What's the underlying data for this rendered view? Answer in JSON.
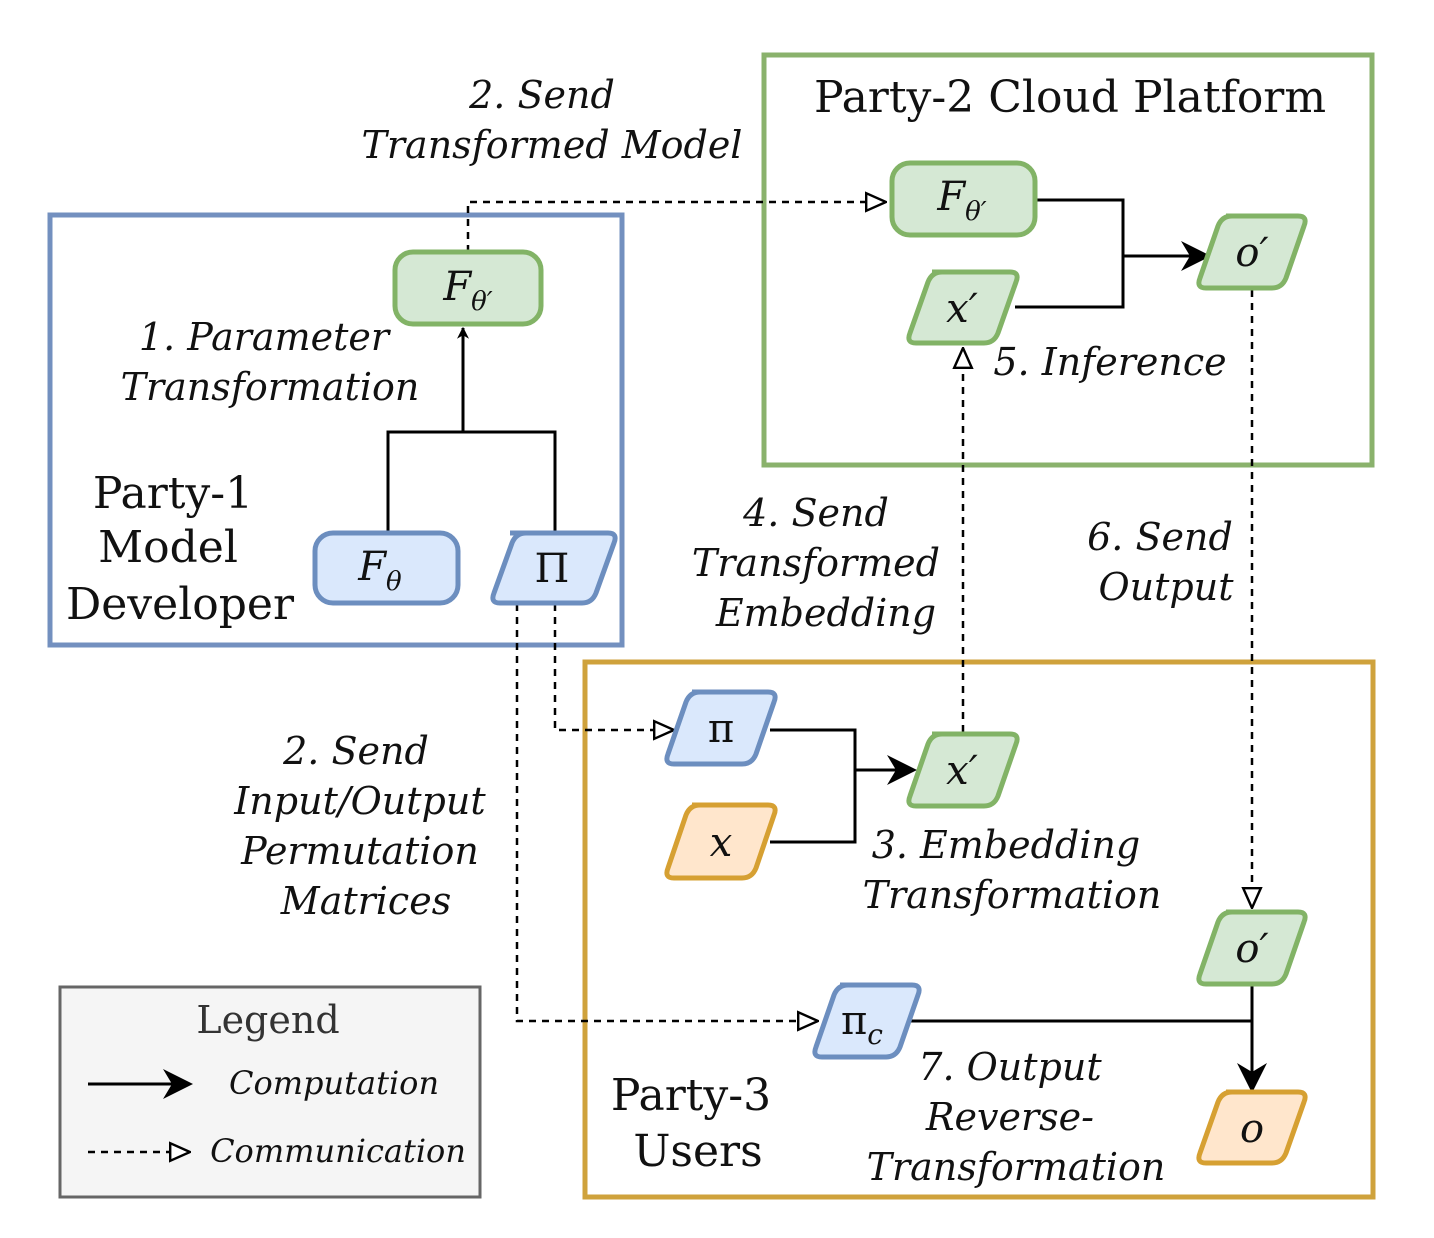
{
  "parties": {
    "party1": {
      "lines": [
        "Party-1",
        "Model",
        "Developer"
      ],
      "color": "#7390bf"
    },
    "party2": {
      "title": "Party-2 Cloud Platform",
      "color": "#8ab26c"
    },
    "party3": {
      "lines": [
        "Party-3",
        "Users"
      ],
      "color": "#cfa23c"
    }
  },
  "steps": {
    "s1": [
      "1. Parameter",
      "Transformation"
    ],
    "s2_model": [
      "2. Send",
      "Transformed Model"
    ],
    "s2_perm": [
      "2. Send",
      "Input/Output",
      "Permutation",
      "Matrices"
    ],
    "s3": [
      "3. Embedding",
      "Transformation"
    ],
    "s4": [
      "4. Send",
      "Transformed",
      "Embedding"
    ],
    "s5": [
      "5. Inference"
    ],
    "s6": [
      "6. Send",
      "Output"
    ],
    "s7": [
      "7. Output",
      "Reverse-",
      "Transformation"
    ]
  },
  "nodes": {
    "f_theta_prime_p1": {
      "base": "F",
      "sub": "θ′"
    },
    "f_theta_p1": {
      "base": "F",
      "sub": "θ"
    },
    "pi_matrix_p1": {
      "base": "Π",
      "sub": ""
    },
    "f_theta_prime_p2": {
      "base": "F",
      "sub": "θ′"
    },
    "x_prime_p2": {
      "base": "x′",
      "sub": ""
    },
    "o_prime_p2": {
      "base": "o′",
      "sub": ""
    },
    "pi_p3": {
      "base": "π",
      "sub": ""
    },
    "x_p3": {
      "base": "x",
      "sub": ""
    },
    "x_prime_p3": {
      "base": "x′",
      "sub": ""
    },
    "o_prime_p3": {
      "base": "o′",
      "sub": ""
    },
    "pi_c_p3": {
      "base": "π",
      "sub": "c"
    },
    "o_p3": {
      "base": "o",
      "sub": ""
    }
  },
  "legend": {
    "title": "Legend",
    "computation": "Computation",
    "communication": "Communication"
  },
  "colors": {
    "green_fill": "#d5e8d4",
    "green_stroke": "#82b366",
    "blue_fill": "#dae8fc",
    "blue_stroke": "#6c8ebf",
    "orange_fill": "#ffe6cc",
    "orange_stroke": "#d6a032",
    "legend_fill": "#f5f5f5",
    "legend_stroke": "#666666"
  }
}
